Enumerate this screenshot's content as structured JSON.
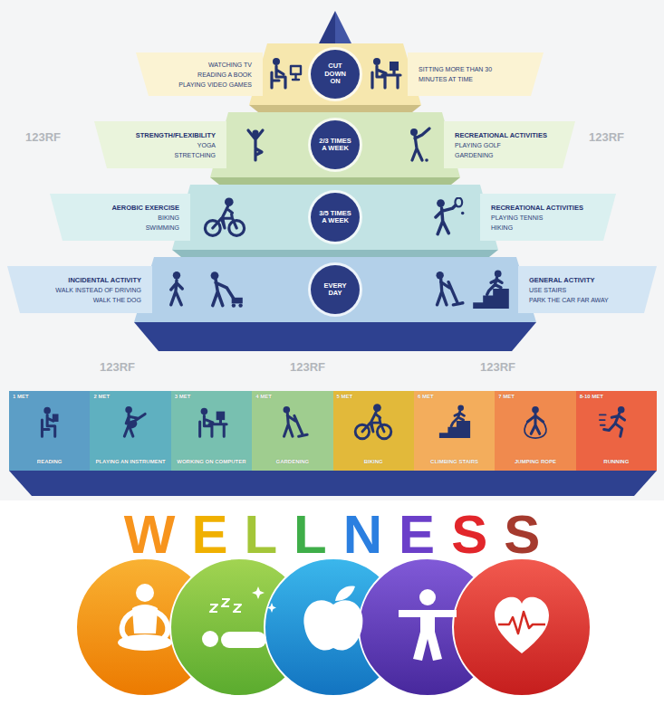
{
  "diagram": {
    "title": "WELLNESS",
    "nodes": [
      {
        "text": [
          "WATCHING TV",
          "READING A BOOK",
          "PLAYING VIDEO GAMES"
        ]
      },
      {
        "text": [
          "CUT DOWN ON"
        ]
      },
      {
        "text": [
          "SITTING MORE THAN 30 MINUTES AT TIME"
        ]
      },
      {
        "text": [
          "STRENGTH/FLEXIBILITY",
          "YOGA",
          "STRETCHING"
        ]
      },
      {
        "text": [
          "2/3 TIMES A WEEK"
        ]
      },
      {
        "text": [
          "RECREATIONAL ACTIVITIES",
          "PLAYING GOLF",
          "GARDENING"
        ]
      },
      {
        "text": [
          "AEROBIC EXERCISE",
          "BIKING",
          "SWIMMING"
        ]
      },
      {
        "text": [
          "3/5 TIMES A WEEK"
        ]
      },
      {
        "text": [
          "RECREATIONAL ACTIVITIES",
          "PLAYING TENNIS",
          "HIKING"
        ]
      },
      {
        "text": [
          "INCIDENTAL ACTIVITY",
          "WALK INSTEAD OF DRIVING",
          "WALK THE DOG"
        ]
      },
      {
        "text": [
          "EVERY DAY"
        ]
      },
      {
        "text": [
          "GENERAL ACTIVITY",
          "USE STAIRS",
          "PARK THE CAR FAR AWAY"
        ]
      },
      {
        "text": [
          "1 MET",
          "READING"
        ]
      },
      {
        "text": [
          "2 MET",
          "PLAYING AN INSTRUMENT"
        ]
      },
      {
        "text": [
          "3 MET",
          "WORKING ON COMPUTER"
        ]
      },
      {
        "text": [
          "4 MET",
          "GARDENING"
        ]
      },
      {
        "text": [
          "5 MET",
          "BIKING"
        ]
      },
      {
        "text": [
          "6 MET",
          "CLIMBING STAIRS"
        ]
      },
      {
        "text": [
          "7 MET",
          "JUMPING ROPE"
        ]
      },
      {
        "text": [
          "8-10 MET",
          "RUNNING"
        ]
      }
    ],
    "labels": [
      "123RF",
      "123RF",
      "123RF",
      "123RF",
      "123RF"
    ]
  }
}
